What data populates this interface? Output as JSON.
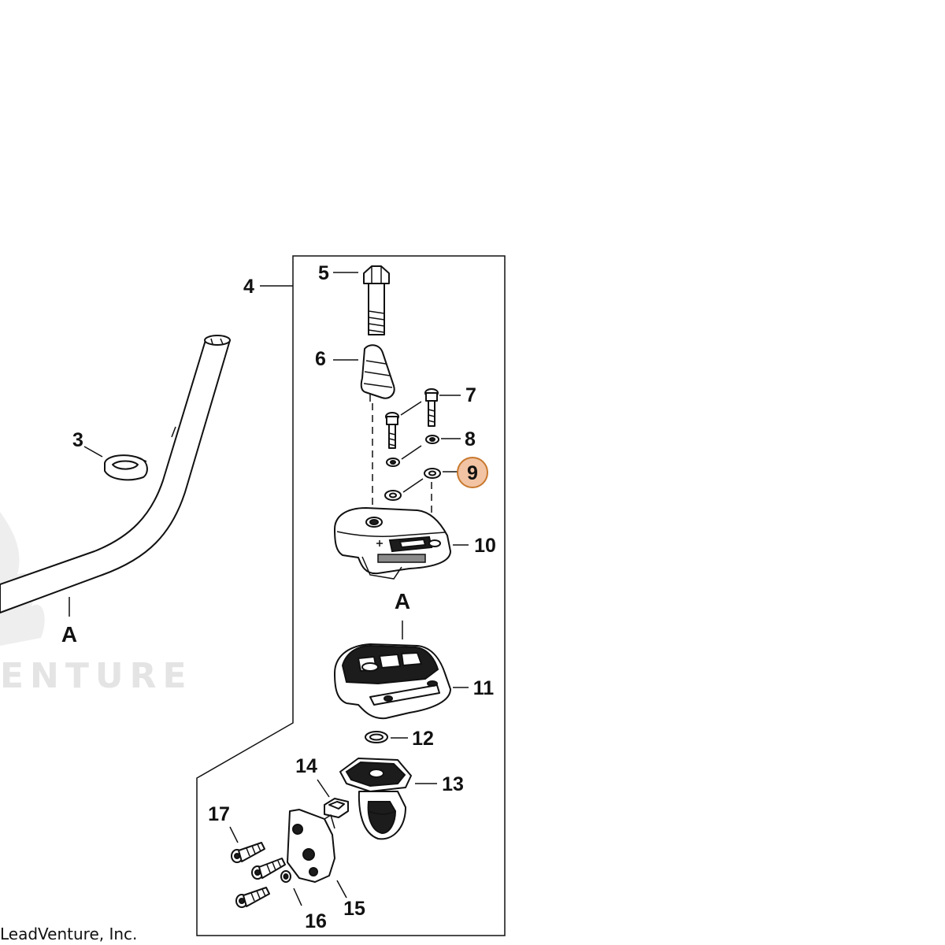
{
  "watermark": {
    "text": "ENTURE"
  },
  "copyright": "LeadVenture, Inc.",
  "section_ref": "A",
  "callouts": [
    {
      "id": "3",
      "label": "3"
    },
    {
      "id": "4",
      "label": "4"
    },
    {
      "id": "5",
      "label": "5"
    },
    {
      "id": "6",
      "label": "6"
    },
    {
      "id": "7",
      "label": "7"
    },
    {
      "id": "8",
      "label": "8"
    },
    {
      "id": "9",
      "label": "9",
      "highlighted": true
    },
    {
      "id": "10",
      "label": "10"
    },
    {
      "id": "11",
      "label": "11"
    },
    {
      "id": "12",
      "label": "12"
    },
    {
      "id": "13",
      "label": "13"
    },
    {
      "id": "14",
      "label": "14"
    },
    {
      "id": "15",
      "label": "15"
    },
    {
      "id": "16",
      "label": "16"
    },
    {
      "id": "17",
      "label": "17"
    }
  ],
  "colors": {
    "highlight_fill": "#f2c4a4",
    "highlight_stroke": "#c8782e",
    "line": "#111111"
  }
}
